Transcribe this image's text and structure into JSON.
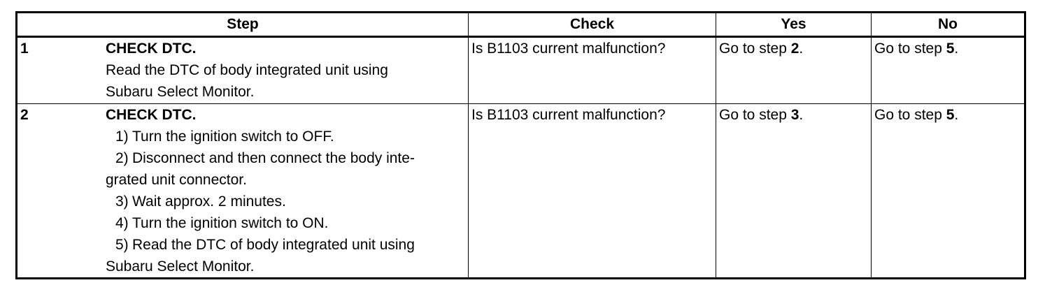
{
  "header": {
    "step": "Step",
    "check": "Check",
    "yes": "Yes",
    "no": "No"
  },
  "rows": [
    {
      "number": "1",
      "title": "CHECK DTC.",
      "text_lines": [
        "Read the DTC of body integrated unit using",
        "Subaru Select Monitor."
      ],
      "check": "Is B1103 current malfunction?",
      "yes_prefix": "Go to step ",
      "yes_step": "2",
      "yes_suffix": ".",
      "no_prefix": "Go to step ",
      "no_step": "5",
      "no_suffix": "."
    },
    {
      "number": "2",
      "title": "CHECK DTC.",
      "substeps": [
        {
          "n": "1)",
          "text": "Turn the ignition switch to OFF."
        },
        {
          "n": "2)",
          "text": "Disconnect and then connect the body inte-"
        },
        {
          "n": "",
          "text": "grated unit connector."
        },
        {
          "n": "3)",
          "text": "Wait approx. 2 minutes."
        },
        {
          "n": "4)",
          "text": "Turn the ignition switch to ON."
        },
        {
          "n": "5)",
          "text": "Read the DTC of body integrated unit using"
        },
        {
          "n": "",
          "text": "Subaru Select Monitor."
        }
      ],
      "check": "Is B1103 current malfunction?",
      "yes_prefix": "Go to step ",
      "yes_step": "3",
      "yes_suffix": ".",
      "no_prefix": "Go to step ",
      "no_step": "5",
      "no_suffix": "."
    }
  ]
}
